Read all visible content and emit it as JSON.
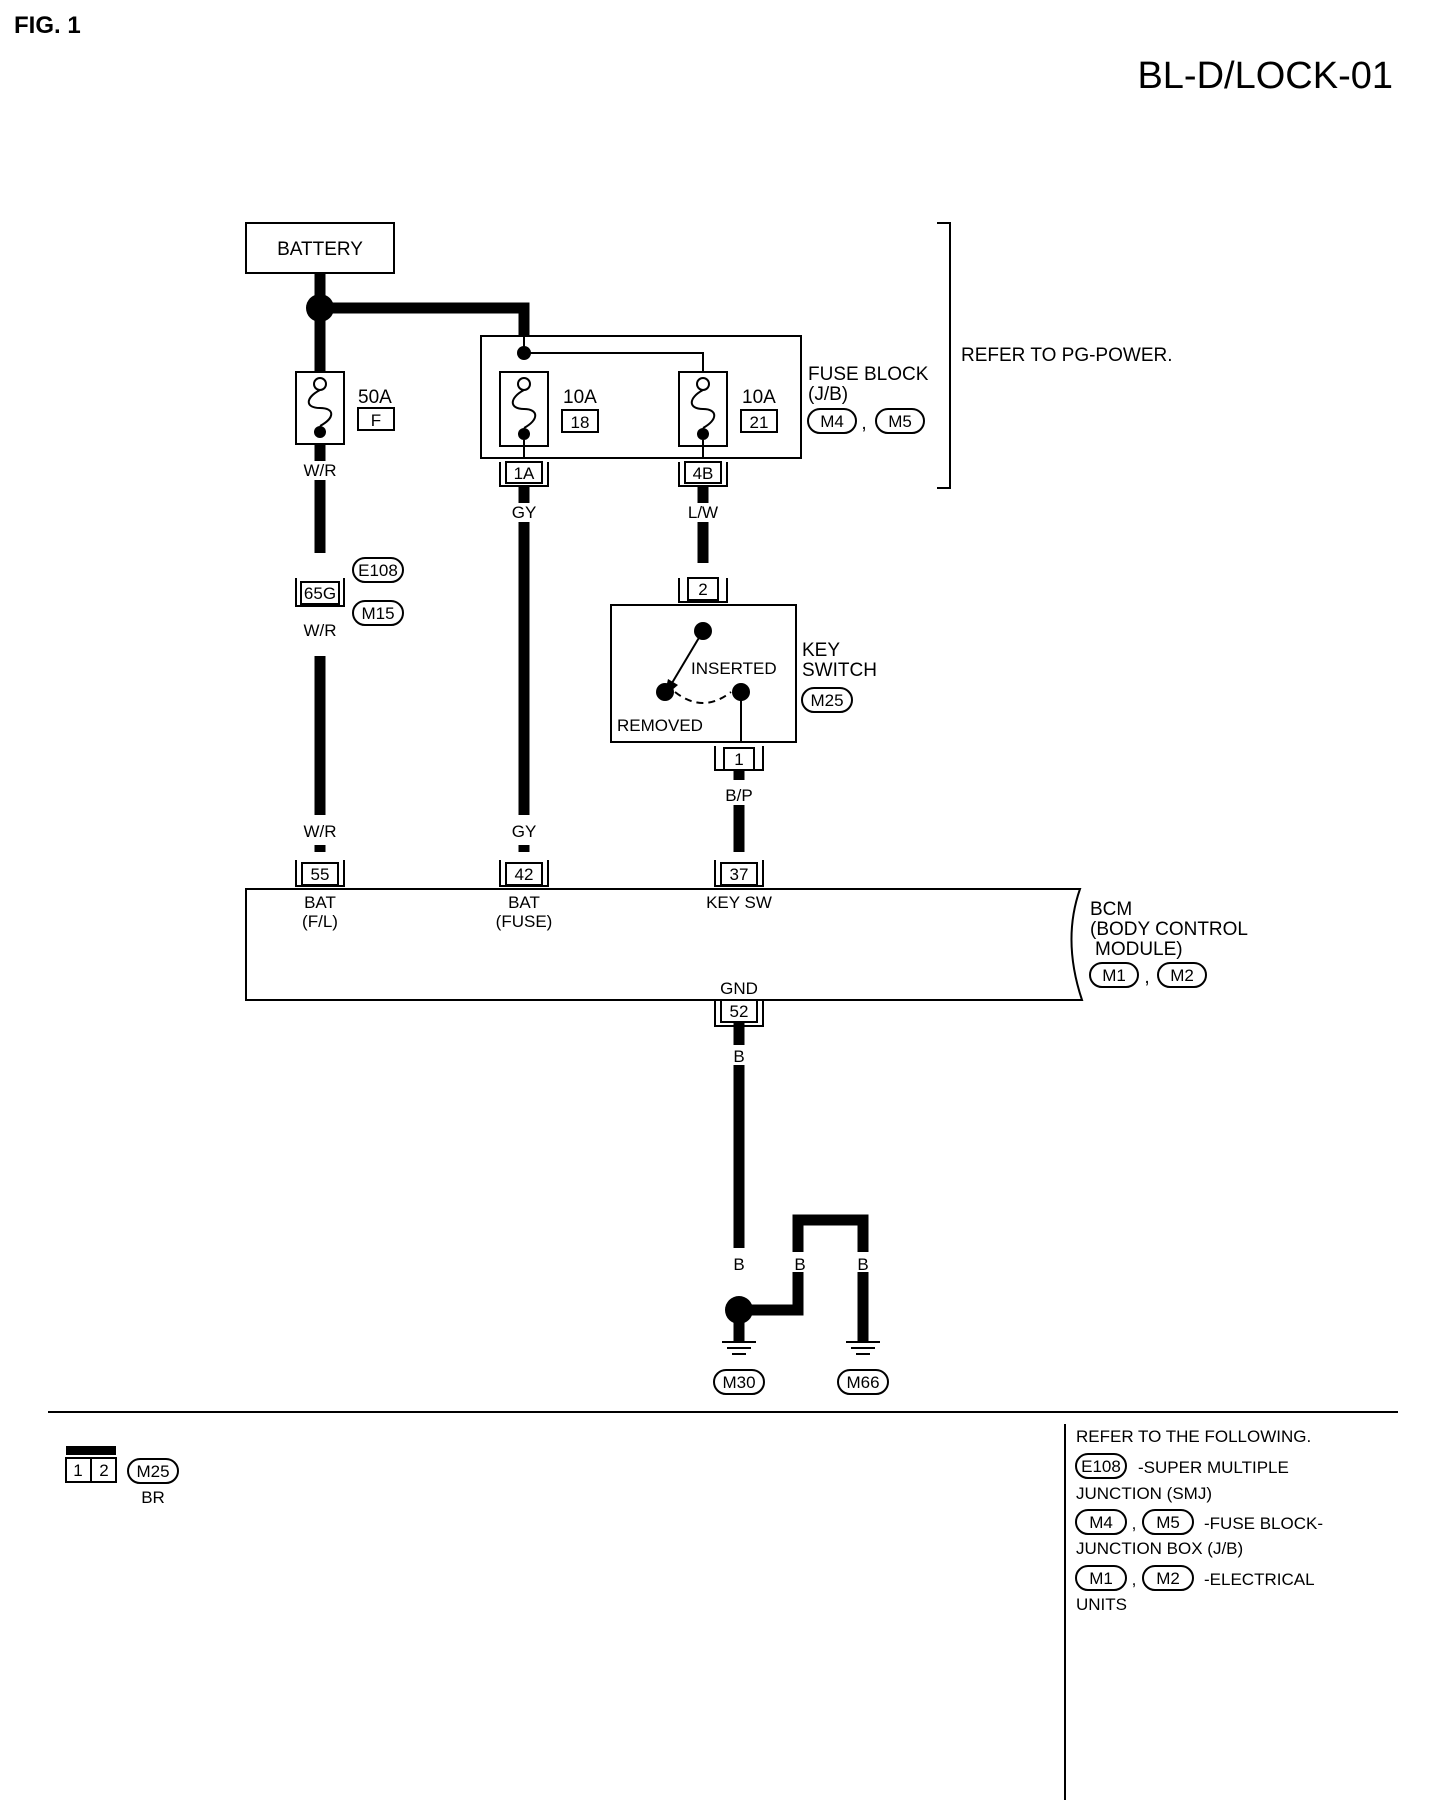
{
  "figure": {
    "label": "FIG. 1",
    "code": "BL-D/LOCK-01"
  },
  "battery": {
    "label": "BATTERY"
  },
  "power_note": "REFER TO PG-POWER.",
  "fuse_f": {
    "rating": "50A",
    "id": "F"
  },
  "fuse_18": {
    "rating": "10A",
    "id": "18"
  },
  "fuse_21": {
    "rating": "10A",
    "id": "21"
  },
  "fuse_block": {
    "line1": "FUSE BLOCK",
    "line2": "(J/B)",
    "conn1": "M4",
    "conn2": "M5",
    "sep": ","
  },
  "term_1a": "1A",
  "term_4b": "4B",
  "smj": {
    "conn_e": "E108",
    "conn_m": "M15",
    "pin": "65G"
  },
  "wires": {
    "wr_top": "W/R",
    "wr_mid": "W/R",
    "wr_bot": "W/R",
    "gy_top": "GY",
    "gy_bot": "GY",
    "lw": "L/W",
    "bp": "B/P",
    "b_gnd": "B",
    "b_left": "B",
    "b_mid": "B",
    "b_right": "B"
  },
  "key_switch": {
    "line1": "KEY",
    "line2": "SWITCH",
    "conn": "M25",
    "inserted": "INSERTED",
    "removed": "REMOVED",
    "pin_top": "2",
    "pin_bot": "1"
  },
  "bcm": {
    "line1": "BCM",
    "line2": "(BODY CONTROL",
    "line3": "MODULE)",
    "conn1": "M1",
    "conn2": "M2",
    "sep": ",",
    "pins": [
      {
        "num": "55",
        "label": "BAT",
        "sub": "(F/L)"
      },
      {
        "num": "42",
        "label": "BAT",
        "sub": "(FUSE)"
      },
      {
        "num": "37",
        "label": "KEY SW",
        "sub": ""
      }
    ],
    "gnd_label": "GND",
    "gnd_pin": "52"
  },
  "grounds": {
    "g1": "M30",
    "g2": "M66"
  },
  "connector_view": {
    "pin1": "1",
    "pin2": "2",
    "conn": "M25",
    "color": "BR"
  },
  "legend": {
    "title": "REFER TO THE FOLLOWING.",
    "e108": "E108",
    "e108_desc1": "-SUPER MULTIPLE",
    "e108_desc2": "JUNCTION (SMJ)",
    "m4": "M4",
    "m5": "M5",
    "sep": ",",
    "m4_desc1": "-FUSE BLOCK-",
    "m4_desc2": "JUNCTION BOX (J/B)",
    "m1": "M1",
    "m2": "M2",
    "m1_desc1": "-ELECTRICAL",
    "m1_desc2": "UNITS"
  }
}
